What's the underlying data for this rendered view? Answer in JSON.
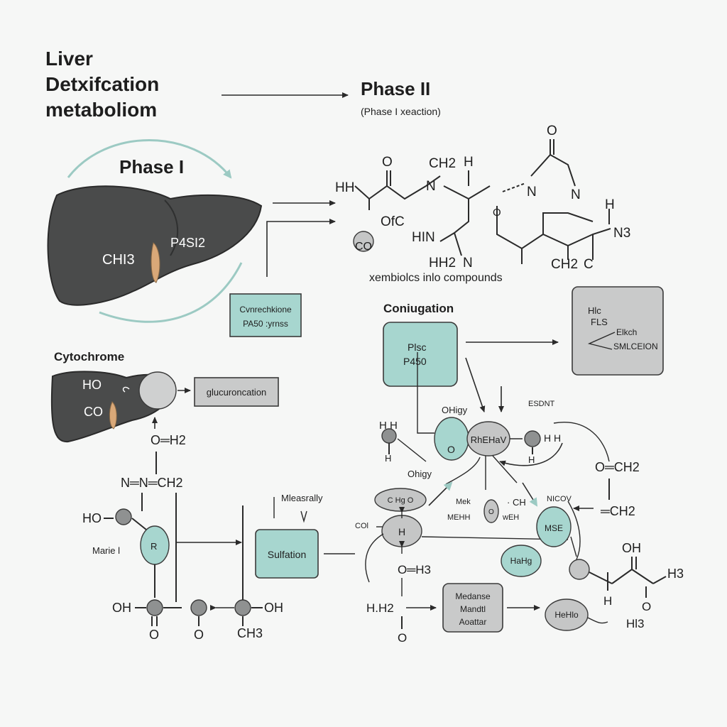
{
  "title": {
    "line1": "Liver",
    "line2": "Detxifcation",
    "line3": "metaboliom"
  },
  "phase2": {
    "heading": "Phase II",
    "subtitle": "(Phase I xeaction)"
  },
  "phase1": {
    "heading": "Phase I"
  },
  "liver_main": {
    "label_left": "CHI3",
    "label_right": "P4SI2"
  },
  "enzyme_box": {
    "line1": "Cvnrechkione",
    "line2": "PA50 :yrnss"
  },
  "top_molecule": {
    "atoms": [
      "HH",
      "O",
      "CH2",
      "H",
      "O",
      "N",
      "N",
      "N",
      "O",
      "OfC",
      "H",
      "HIN",
      "N3",
      "HH2",
      "N",
      "CH2",
      "C",
      "CO"
    ],
    "caption": "xembiolcs inlo compounds"
  },
  "conjugation": {
    "heading": "Coniugation",
    "box_line1": "Plsc",
    "box_line2": "P450"
  },
  "right_box": {
    "line1": "Hlc",
    "line2": "FLS",
    "line3": "Elkch",
    "line4": "SMLCEION"
  },
  "cytochrome": {
    "heading": "Cytochrome",
    "label_ho": "HO",
    "label_co": "CO",
    "gluc_box": "glucuroncation"
  },
  "left_chain": {
    "oh2": "O═H2",
    "nn": "N═N═CH2",
    "ho": "HO",
    "marke": "Marie l",
    "node": "R",
    "oh_bottom": "OH",
    "o1": "O",
    "o2": "O",
    "oh_right": "OH",
    "ch3": "CH3"
  },
  "sulfation": {
    "label_above": "Mleasrally",
    "box": "Sulfation"
  },
  "center_network": {
    "ohigy1": "OHigy",
    "esdnt": "ESDNT",
    "hh": "H H",
    "h_small": "H",
    "o_node": "O",
    "r_node": "RhEHaV",
    "hh_right": "H H",
    "h_right": "H",
    "oh_ch2": "O═CH2",
    "ohigy2": "Ohigy",
    "cho": "C Hg O",
    "mek": "Mek",
    "methe": "MEHH",
    "ch_dash": "· CH",
    "o_tiny": "O",
    "weh": "wEH",
    "nicov": "NICOV",
    "col": "COl",
    "h_node": "H",
    "mse": "MSE",
    "ch2_right": "═CH2",
    "heg": "HaHg",
    "oh3": "O═H3",
    "oh_far": "OH",
    "h3": "H3",
    "h_bottom": "H",
    "o_bottom": "O",
    "hh2": "H.H2",
    "o_hh2": "O",
    "medase_1": "Medanse",
    "medase_2": "Mandtl",
    "medase_3": "Aoattar",
    "hehlo": "HeHlo",
    "hi3": "Hl3"
  }
}
